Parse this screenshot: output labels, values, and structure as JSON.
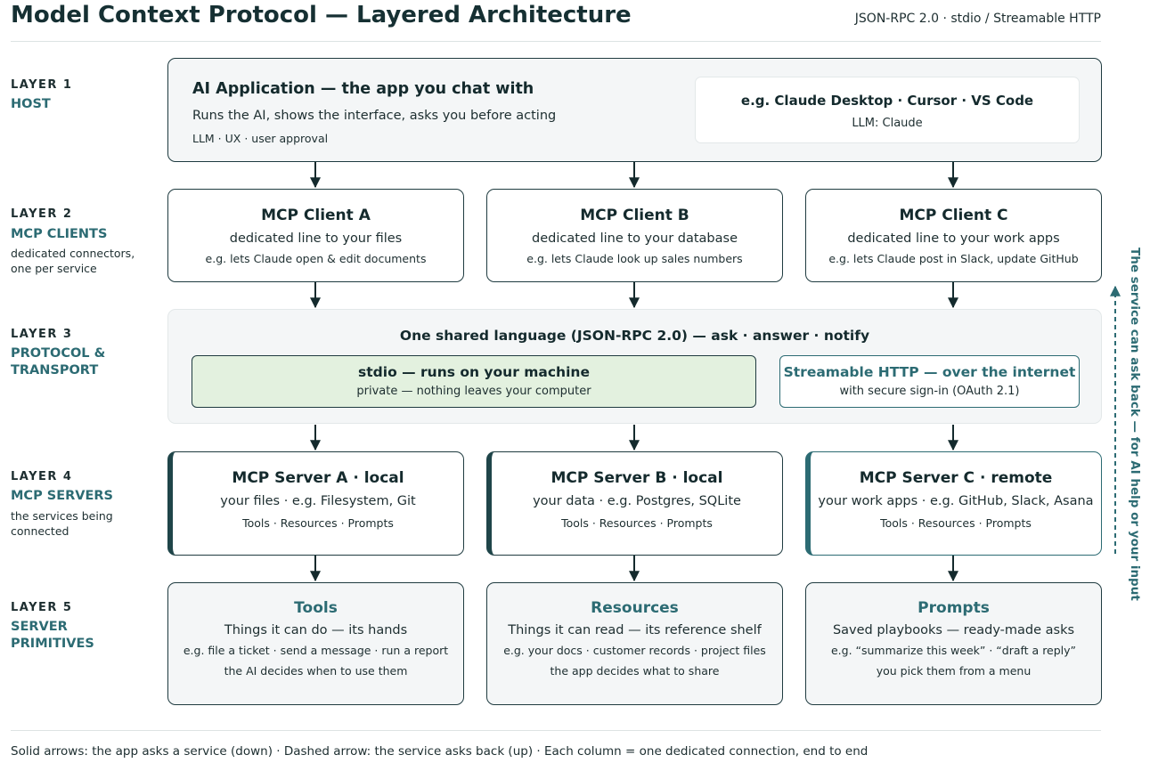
{
  "title": "Model Context Protocol — Layered Architecture",
  "subtitle": "JSON-RPC 2.0 · stdio / Streamable HTTP",
  "layers": [
    {
      "num": "LAYER 1",
      "name": "HOST",
      "desc": ""
    },
    {
      "num": "LAYER 2",
      "name": "MCP CLIENTS",
      "desc": "dedicated connectors, one per service"
    },
    {
      "num": "LAYER 3",
      "name": "PROTOCOL & TRANSPORT",
      "desc": ""
    },
    {
      "num": "LAYER 4",
      "name": "MCP SERVERS",
      "desc": "the services being connected"
    },
    {
      "num": "LAYER 5",
      "name": "SERVER PRIMITIVES",
      "desc": ""
    }
  ],
  "host": {
    "title": "AI Application — the app you chat with",
    "desc": "Runs the AI, shows the interface, asks you before acting",
    "tags": "LLM · UX · user approval",
    "examples": "e.g. Claude Desktop · Cursor · VS Code",
    "llm": "LLM: Claude"
  },
  "clients": [
    {
      "title": "MCP Client A",
      "desc": "dedicated line to your files",
      "example": "e.g. lets Claude open & edit documents"
    },
    {
      "title": "MCP Client B",
      "desc": "dedicated line to your database",
      "example": "e.g. lets Claude look up sales numbers"
    },
    {
      "title": "MCP Client C",
      "desc": "dedicated line to your work apps",
      "example": "e.g. lets Claude post in Slack, update GitHub"
    }
  ],
  "protocol": {
    "title": "One shared language (JSON-RPC 2.0) — ask · answer · notify",
    "stdio_title": "stdio — runs on your machine",
    "stdio_desc": "private — nothing leaves your computer",
    "http_title": "Streamable HTTP — over the internet",
    "http_desc": "with secure sign-in (OAuth 2.1)"
  },
  "servers": [
    {
      "title": "MCP Server A · local",
      "desc": "your files · e.g. Filesystem, Git",
      "prims": "Tools · Resources · Prompts"
    },
    {
      "title": "MCP Server B · local",
      "desc": "your data · e.g. Postgres, SQLite",
      "prims": "Tools · Resources · Prompts"
    },
    {
      "title": "MCP Server C · remote",
      "desc": "your work apps · e.g. GitHub, Slack, Asana",
      "prims": "Tools · Resources · Prompts"
    }
  ],
  "primitives": [
    {
      "title": "Tools",
      "desc": "Things it can do — its hands",
      "example": "e.g. file a ticket · send a message · run a report",
      "note": "the AI decides when to use them"
    },
    {
      "title": "Resources",
      "desc": "Things it can read — its reference shelf",
      "example": "e.g. your docs · customer records · project files",
      "note": "the app decides what to share"
    },
    {
      "title": "Prompts",
      "desc": "Saved playbooks — ready-made asks",
      "example": "e.g. “summarize this week” · “draft a reply”",
      "note": "you pick them from a menu"
    }
  ],
  "side_note": "The service can ask back — for AI help or your input",
  "footer": "Solid arrows: the app asks a service (down)  ·  Dashed arrow: the service asks back (up)  ·  Each column = one dedicated connection, end to end",
  "colors": {
    "dark": "#1f3b40",
    "accent": "#2c6b73",
    "stdio_fill": "#e3f1df",
    "panel": "#f4f6f7"
  }
}
